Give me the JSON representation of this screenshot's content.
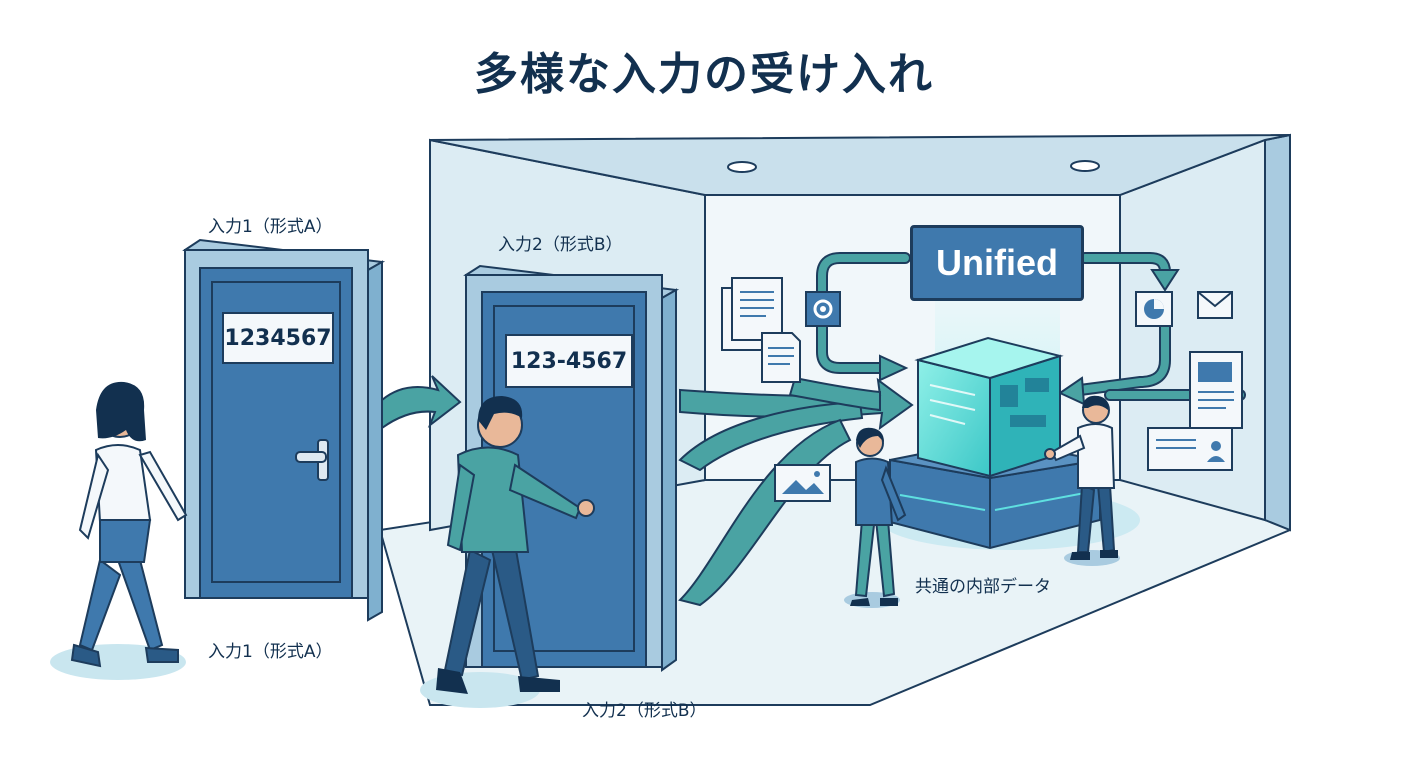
{
  "title": "多様な入力の受け入れ",
  "door_a": {
    "top_label": "入力1（形式A）",
    "plate": "1234567",
    "floor_label": "入力1（形式A）"
  },
  "door_b": {
    "top_label": "入力2（形式B）",
    "plate": "123-4567",
    "floor_label": "入力2（形式B）"
  },
  "hub": {
    "sign": "Unified",
    "caption": "共通の内部データ"
  },
  "colors": {
    "navy": "#1d3c5c",
    "door_blue": "#3f79ad",
    "teal": "#4aa3a3",
    "cyan_glow": "#5fe0e0",
    "room_wall": "#dcecf3"
  },
  "icons": [
    "document-icon",
    "gear-icon",
    "image-icon",
    "chart-icon",
    "mail-icon",
    "profile-card-icon"
  ]
}
